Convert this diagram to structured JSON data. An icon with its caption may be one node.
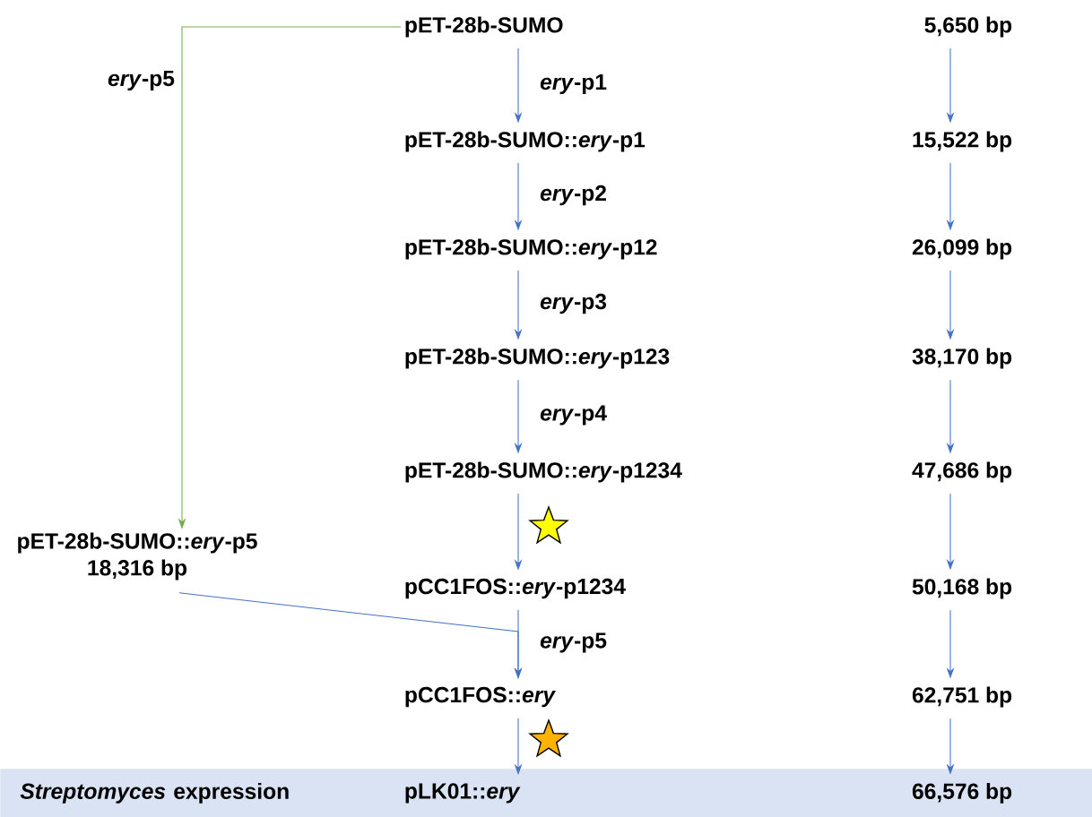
{
  "diagram": {
    "nodes": [
      {
        "text": [
          "pET-28b-SUMO"
        ]
      },
      {
        "text": [
          "5,650 bp"
        ]
      },
      {
        "text": [
          "pET-28b-SUMO::*ery*-p1"
        ]
      },
      {
        "text": [
          "15,522 bp"
        ]
      },
      {
        "text": [
          "pET-28b-SUMO::*ery*-p12"
        ]
      },
      {
        "text": [
          "26,099 bp"
        ]
      },
      {
        "text": [
          "pET-28b-SUMO::*ery*-p123"
        ]
      },
      {
        "text": [
          "38,170 bp"
        ]
      },
      {
        "text": [
          "pET-28b-SUMO::*ery*-p1234"
        ]
      },
      {
        "text": [
          "47,686 bp"
        ]
      },
      {
        "text": [
          "pET-28b-SUMO::*ery*-p5",
          "18,316 bp"
        ]
      },
      {
        "text": [
          "pCC1FOS::*ery*-p1234"
        ]
      },
      {
        "text": [
          "50,168 bp"
        ]
      },
      {
        "text": [
          "pCC1FOS::*ery*"
        ]
      },
      {
        "text": [
          "62,751 bp"
        ]
      },
      {
        "text": [
          "*Streptomyces* expression"
        ]
      },
      {
        "text": [
          "pLK01::*ery*"
        ],
        "in": 15
      },
      {
        "text": [
          "66,576 bp"
        ],
        "in": 15
      }
    ],
    "edges": [
      {
        "from": 0,
        "to": 2,
        "arrow": "to",
        "label": "*ery*-p1"
      },
      {
        "from": 2,
        "to": 4,
        "arrow": "to",
        "label": "*ery*-p2"
      },
      {
        "from": 4,
        "to": 6,
        "arrow": "to",
        "label": "*ery*-p3"
      },
      {
        "from": 6,
        "to": 8,
        "arrow": "to",
        "label": "*ery*-p4"
      },
      {
        "from": 8,
        "to": 11,
        "arrow": "to"
      },
      {
        "from": 11,
        "to": 13,
        "arrow": "to",
        "label": "*ery*-p5"
      },
      {
        "from": 13,
        "to": 16,
        "arrow": "to"
      },
      {
        "from": 1,
        "to": 3,
        "arrow": "to"
      },
      {
        "from": 3,
        "to": 5,
        "arrow": "to"
      },
      {
        "from": 5,
        "to": 7,
        "arrow": "to"
      },
      {
        "from": 7,
        "to": 9,
        "arrow": "to"
      },
      {
        "from": 9,
        "to": 12,
        "arrow": "to"
      },
      {
        "from": 12,
        "to": 14,
        "arrow": "to"
      },
      {
        "from": 14,
        "to": 17,
        "arrow": "to"
      },
      {
        "from": 0,
        "to": 10,
        "arrow": "to",
        "label": "*ery*-p5",
        "color": "#70ad47"
      },
      {
        "from": 10,
        "to": 13,
        "arrow": "to"
      }
    ]
  }
}
